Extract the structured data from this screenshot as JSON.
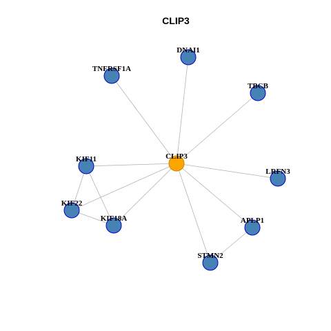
{
  "title": "CLIP3",
  "colors": {
    "hub_fill": "#FFA500",
    "hub_stroke": "#CC8400",
    "node_fill": "#4682B4",
    "node_stroke": "#0000CD",
    "edge": "#B3B3B3"
  },
  "nodes": [
    {
      "id": "CLIP3",
      "label": "CLIP3",
      "hub": true
    },
    {
      "id": "DNAI1",
      "label": "DNAI1",
      "hub": false
    },
    {
      "id": "TNFRSF1A",
      "label": "TNFRSF1A",
      "hub": false
    },
    {
      "id": "TBCB",
      "label": "TBCB",
      "hub": false
    },
    {
      "id": "KIF11",
      "label": "KIF11",
      "hub": false
    },
    {
      "id": "LRFN3",
      "label": "LRFN3",
      "hub": false
    },
    {
      "id": "KIF22",
      "label": "KIF22",
      "hub": false
    },
    {
      "id": "KIF18A",
      "label": "KIF18A",
      "hub": false
    },
    {
      "id": "APLP1",
      "label": "APLP1",
      "hub": false
    },
    {
      "id": "STMN2",
      "label": "STMN2",
      "hub": false
    }
  ],
  "edges": [
    [
      "CLIP3",
      "DNAI1"
    ],
    [
      "CLIP3",
      "TNFRSF1A"
    ],
    [
      "CLIP3",
      "TBCB"
    ],
    [
      "CLIP3",
      "KIF11"
    ],
    [
      "CLIP3",
      "LRFN3"
    ],
    [
      "CLIP3",
      "KIF22"
    ],
    [
      "CLIP3",
      "KIF18A"
    ],
    [
      "CLIP3",
      "APLP1"
    ],
    [
      "CLIP3",
      "STMN2"
    ],
    [
      "KIF11",
      "KIF22"
    ],
    [
      "KIF11",
      "KIF18A"
    ],
    [
      "KIF22",
      "KIF18A"
    ],
    [
      "APLP1",
      "STMN2"
    ]
  ]
}
